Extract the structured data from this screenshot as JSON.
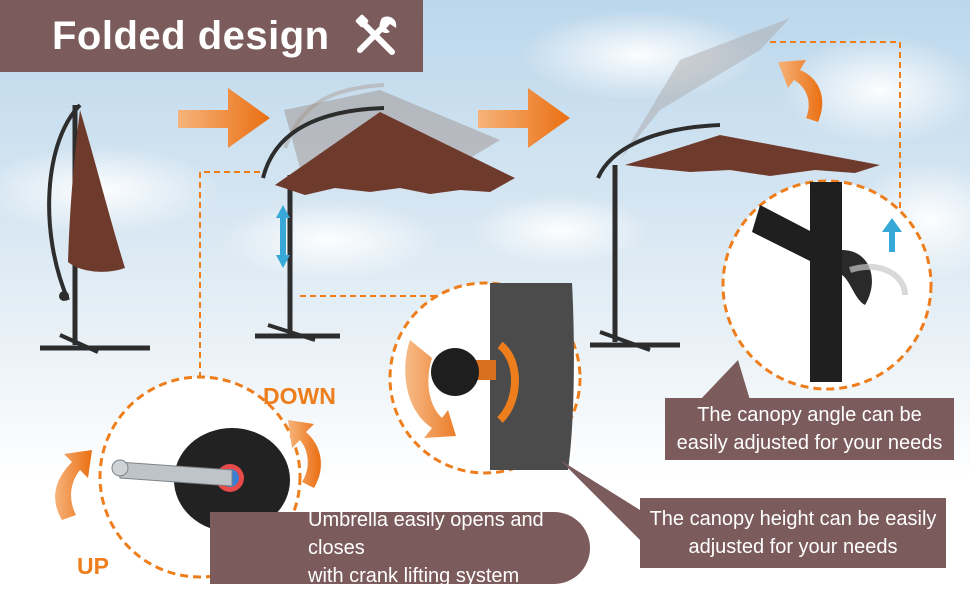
{
  "title": "Folded design",
  "label_down": "DOWN",
  "label_up": "UP",
  "callouts": {
    "crank": {
      "line1": "Umbrella easily opens and closes",
      "line2": "with crank lifting system"
    },
    "height": {
      "line1": "The canopy height can be easily",
      "line2": "adjusted for your needs"
    },
    "angle": {
      "line1": "The canopy angle can be",
      "line2": "easily adjusted for your needs"
    }
  },
  "colors": {
    "accent": "#ee7d1c",
    "title_bg": "#7b5b5b",
    "callout_bg": "#7b5b5b",
    "canopy": "#6e3a2c",
    "pole": "#2d2d2d"
  },
  "icons": [
    "tools-icon",
    "arrow-right-icon",
    "rotate-arrow-icon",
    "vertical-double-arrow-icon",
    "up-arrow-icon"
  ]
}
